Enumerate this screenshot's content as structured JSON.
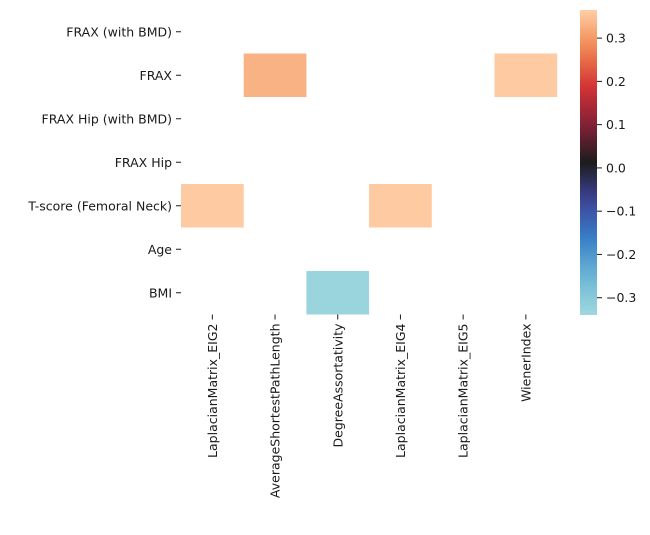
{
  "chart_data": {
    "type": "heatmap",
    "title": "",
    "xlabel": "",
    "ylabel": "",
    "x_categories": [
      "LaplacianMatrix_EIG2",
      "AverageShortestPathLength",
      "DegreeAssortativity",
      "LaplacianMatrix_EIG4",
      "LaplacianMatrix_EIG5",
      "WienerIndex"
    ],
    "y_categories": [
      "FRAX (with BMD)",
      "FRAX",
      "FRAX Hip (with BMD)",
      "FRAX Hip",
      "T-score (Femoral Neck)",
      "Age",
      "BMI"
    ],
    "values": [
      [
        null,
        null,
        null,
        null,
        null,
        null
      ],
      [
        null,
        0.33,
        null,
        null,
        null,
        0.36
      ],
      [
        null,
        null,
        null,
        null,
        null,
        null
      ],
      [
        null,
        null,
        null,
        null,
        null,
        null
      ],
      [
        0.36,
        null,
        null,
        0.36,
        null,
        null
      ],
      [
        null,
        null,
        null,
        null,
        null,
        null
      ],
      [
        null,
        null,
        -0.33,
        null,
        null,
        null
      ]
    ],
    "colorbar": {
      "colormap": "icefire",
      "vmin": -0.34,
      "vmax": 0.365,
      "ticks": [
        -0.3,
        -0.2,
        -0.1,
        0.0,
        0.1,
        0.2,
        0.3
      ],
      "tick_labels": [
        "−0.3",
        "−0.2",
        "−0.1",
        "0.0",
        "0.1",
        "0.2",
        "0.3"
      ]
    },
    "grid": false,
    "legend": "colorbar-right"
  }
}
